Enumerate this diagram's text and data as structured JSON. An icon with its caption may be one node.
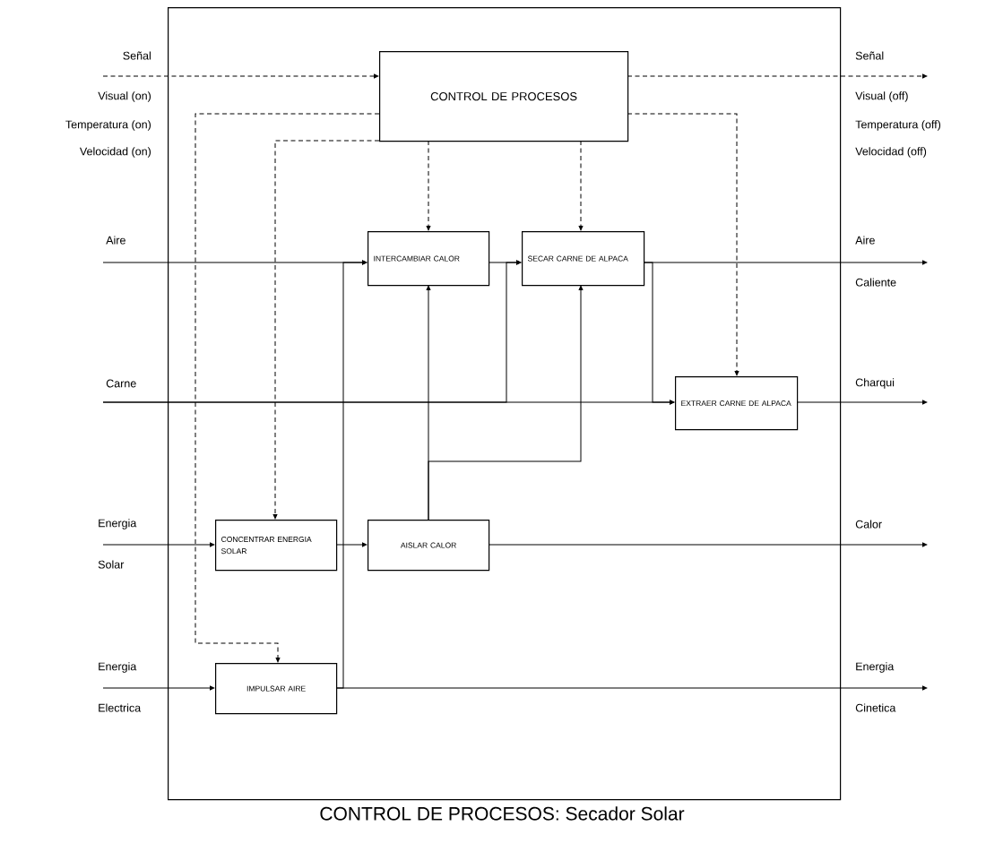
{
  "diagram": {
    "caption": "CONTROL DE PROCESOS: Secador Solar",
    "nodes": [
      {
        "text": [],
        "shape": "box"
      },
      {
        "text": [
          "CONTROL DE PROCESOS"
        ],
        "in": 0
      },
      {
        "text": [
          "INTERCAMBIAR CALOR"
        ],
        "in": 0
      },
      {
        "text": [
          "SECAR CARNE DE ALPACA"
        ],
        "in": 0
      },
      {
        "text": [
          "EXTRAER CARNE DE ALPACA"
        ],
        "in": 0
      },
      {
        "text": [
          "CONCENTRAR ENERGIA SOLAR"
        ],
        "in": 0
      },
      {
        "text": [
          "AISLAR CALOR"
        ],
        "in": 0
      },
      {
        "text": [
          "IMPULSAR AIRE"
        ],
        "in": 0
      }
    ],
    "edges": [
      {
        "from": null,
        "to": 1,
        "arrow": "to",
        "style": "dashed"
      },
      {
        "from": 1,
        "to": null,
        "arrow": "to",
        "style": "dashed"
      },
      {
        "from": 1,
        "to": 7,
        "arrow": "to",
        "style": "dashed"
      },
      {
        "from": 1,
        "to": 5,
        "arrow": "to",
        "style": "dashed"
      },
      {
        "from": 1,
        "to": 2,
        "arrow": "to",
        "style": "dashed"
      },
      {
        "from": 1,
        "to": 3,
        "arrow": "to",
        "style": "dashed"
      },
      {
        "from": 1,
        "to": 4,
        "arrow": "to",
        "style": "dashed"
      },
      {
        "from": null,
        "to": 2,
        "arrow": "to"
      },
      {
        "from": 7,
        "to": 2,
        "arrow": "to"
      },
      {
        "from": 7,
        "to": null,
        "arrow": "to"
      },
      {
        "from": null,
        "to": 7,
        "arrow": "to"
      },
      {
        "from": null,
        "to": 5,
        "arrow": "to"
      },
      {
        "from": 5,
        "to": 6,
        "arrow": "to"
      },
      {
        "from": 6,
        "to": null,
        "arrow": "to"
      },
      {
        "from": 6,
        "to": 2,
        "arrow": "to"
      },
      {
        "from": 6,
        "to": 3,
        "arrow": "to"
      },
      {
        "from": 2,
        "to": 3,
        "arrow": "to"
      },
      {
        "from": null,
        "to": 4,
        "arrow": "to"
      },
      {
        "from": null,
        "to": 3,
        "arrow": "to"
      },
      {
        "from": 3,
        "to": null,
        "arrow": "to"
      },
      {
        "from": 3,
        "to": 4,
        "arrow": "to"
      },
      {
        "from": 4,
        "to": null,
        "arrow": "to"
      }
    ],
    "labels": [
      "Señal",
      "Señal",
      "Visual (on)",
      "Visual (off)",
      "Temperatura (on)",
      "Temperatura (off)",
      "Velocidad (on)",
      "Velocidad (off)",
      "Aire",
      "Aire",
      "Caliente",
      "Carne",
      "Charqui",
      "Energia",
      "Calor",
      "Solar",
      "Energia",
      "Energia",
      "Electrica",
      "Cinetica"
    ]
  }
}
